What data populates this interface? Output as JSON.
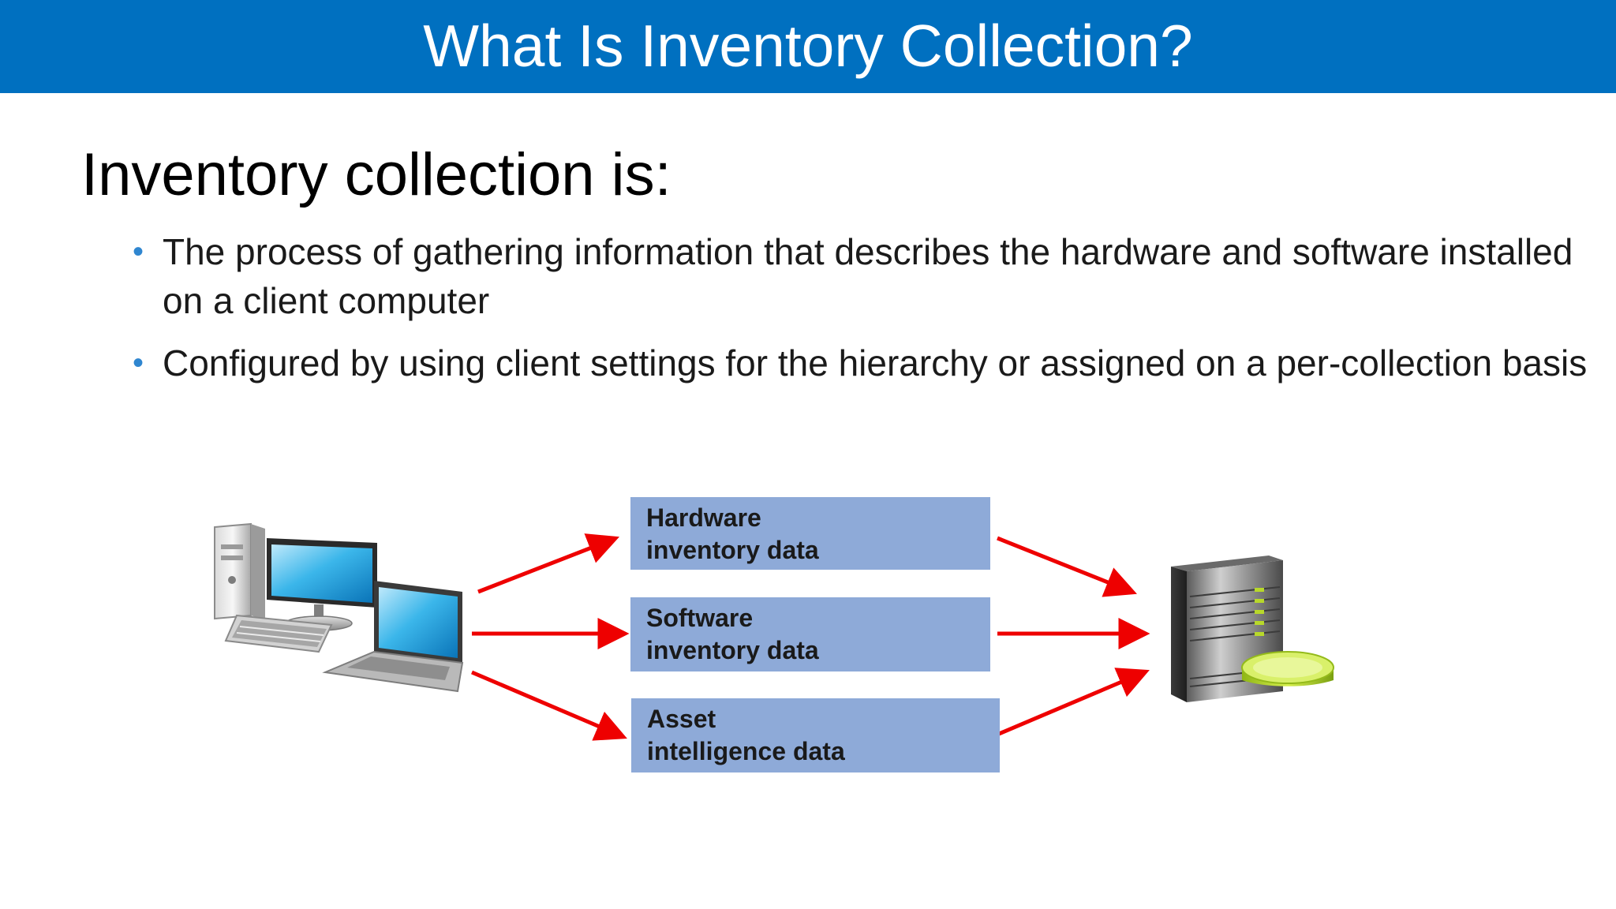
{
  "slide": {
    "title": "What Is Inventory Collection?",
    "subtitle": "Inventory collection is:",
    "bullets": [
      "The process of gathering information that describes the hardware and software installed on a client computer",
      "Configured by using client settings for the hierarchy  or assigned on a per-collection basis"
    ]
  },
  "diagram": {
    "boxes": [
      {
        "line1": "Hardware",
        "line2": "inventory data"
      },
      {
        "line1": "Software",
        "line2": "inventory data"
      },
      {
        "line1": "Asset",
        "line2": "intelligence data"
      }
    ],
    "source_icon": "client-computers-icon",
    "target_icon": "server-database-icon"
  },
  "colors": {
    "title_bar": "#0070c0",
    "box_fill": "#8eaad8",
    "arrow": "#ee0000",
    "bullet": "#2f86d0"
  }
}
